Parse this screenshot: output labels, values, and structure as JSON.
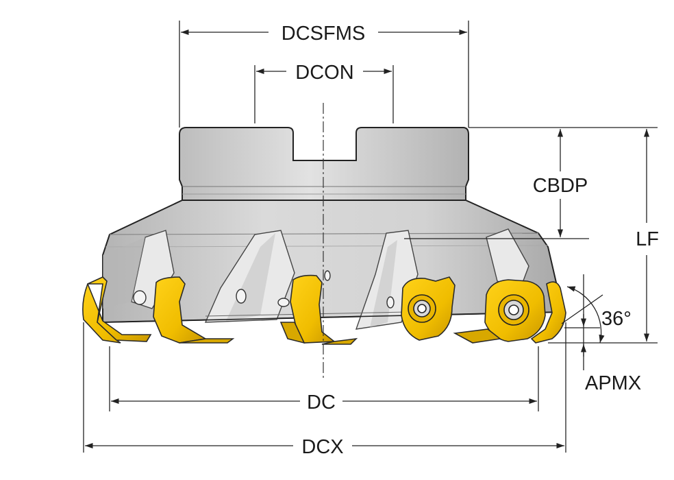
{
  "labels": {
    "dcsfms": "DCSFMS",
    "dcon": "DCON",
    "cbdp": "CBDP",
    "lf": "LF",
    "angle": "36°",
    "apmx": "APMX",
    "dc": "DC",
    "dcx": "DCX"
  },
  "colors": {
    "body_fill": "#cdcdcd",
    "body_highlight": "#e6e6e6",
    "body_shadow": "#a9a9a9",
    "outline": "#222222",
    "insert_fill": "#f2c200",
    "insert_shadow": "#b88a00",
    "dimension_line": "#222222"
  }
}
